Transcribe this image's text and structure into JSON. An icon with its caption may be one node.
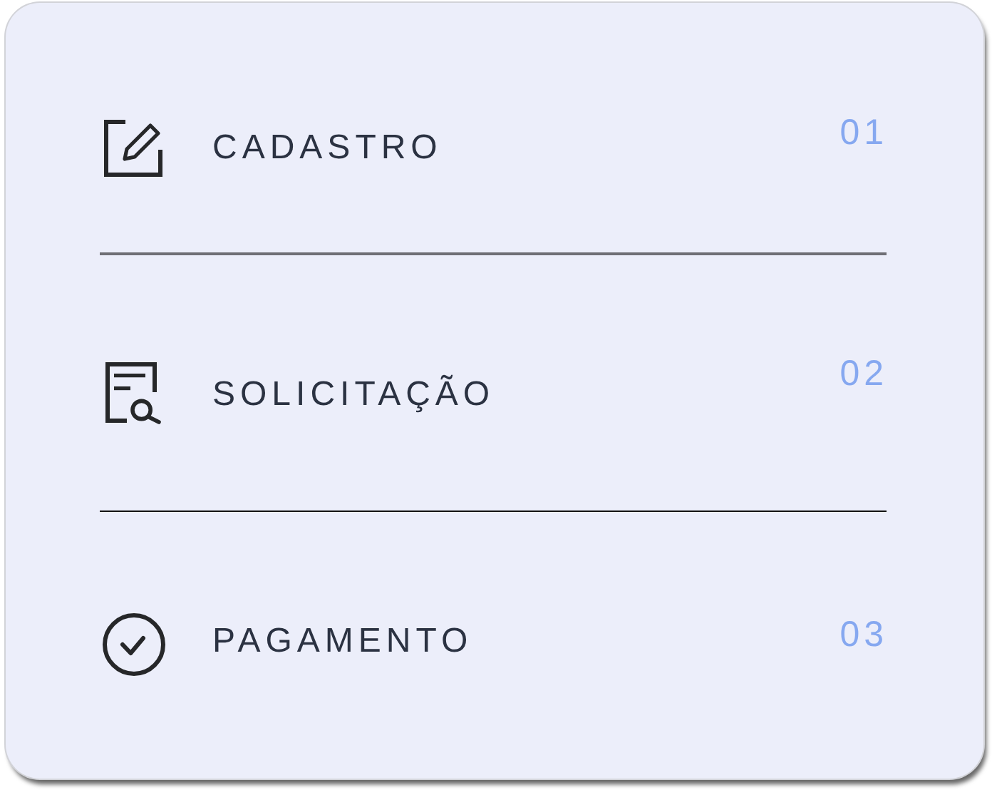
{
  "diagram": {
    "labels": [
      "CADASTRO",
      "01",
      "SOLICITAÇÃO",
      "02",
      "PAGAMENTO",
      "03"
    ]
  }
}
